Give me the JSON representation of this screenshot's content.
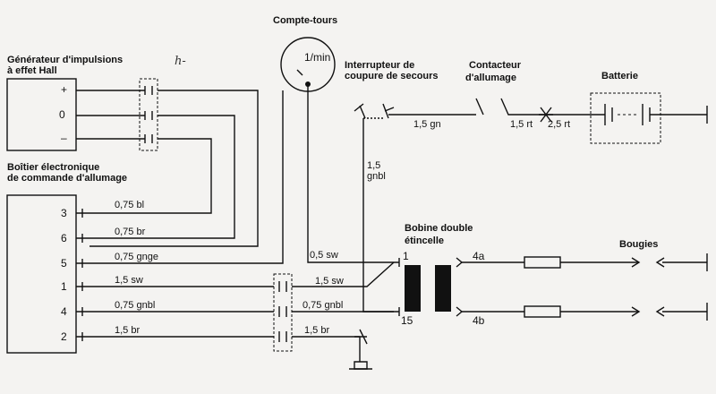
{
  "components": {
    "hall_generator": {
      "line1": "Générateur d'impulsions",
      "line2": "à effet Hall",
      "terminals": [
        "+",
        "0",
        "–"
      ]
    },
    "control_unit": {
      "line1": "Boîtier électronique",
      "line2": "de commande d'allumage",
      "pins": [
        "3",
        "6",
        "5",
        "1",
        "4",
        "2"
      ]
    },
    "tachometer": {
      "title": "Compte-tours",
      "dial": "1/min"
    },
    "emergency_switch": {
      "line1": "Interrupteur de",
      "line2": "coupure de secours"
    },
    "ignition_switch": {
      "line1": "Contacteur",
      "line2": "d'allumage"
    },
    "battery": {
      "title": "Batterie"
    },
    "coil": {
      "line1": "Bobine double",
      "line2": "étincelle",
      "term_left_top": "1",
      "term_left_bottom": "15",
      "term_right_top": "4a",
      "term_right_bottom": "4b"
    },
    "spark_plugs": {
      "title": "Bougies"
    }
  },
  "wires": {
    "pin3": "0,75 bl",
    "pin6": "0,75 br",
    "pin5": "0,75 gnge",
    "pin1": "1,5 sw",
    "pin4": "0,75 gnbl",
    "pin2": "1,5 br",
    "sw_center_1": "1,5 sw",
    "gnbl_center": "0,75 gnbl",
    "br_center": "1,5 br",
    "tach_sw": "0,5 sw",
    "feed_gnbl_1": "1,5",
    "feed_gnbl_2": "gnbl",
    "switch_link": "1,5 gn",
    "ignition_rt": "1,5 rt",
    "battery_rt": "2,5 rt"
  },
  "annotations": {
    "handwritten": "h-"
  },
  "colors": {
    "ink": "#111111",
    "paper": "#f4f3f1"
  }
}
